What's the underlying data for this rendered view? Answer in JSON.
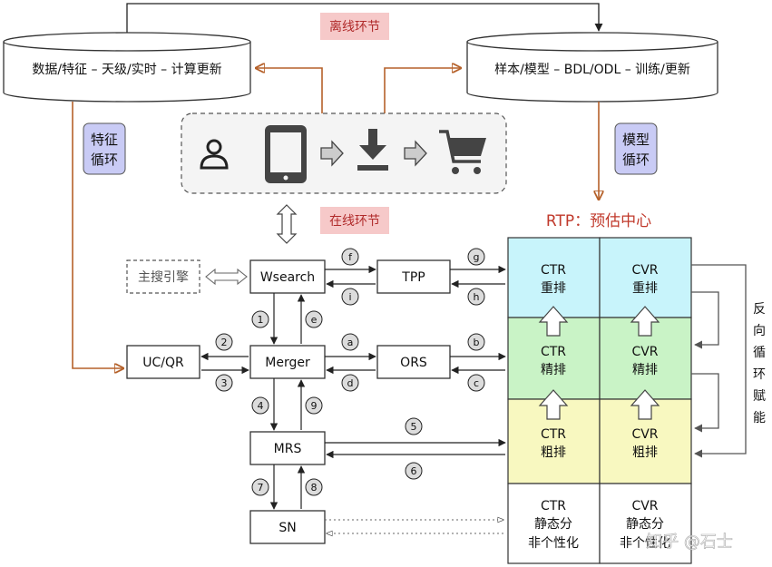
{
  "offline_tag": "离线环节",
  "online_tag": "在线环节",
  "db_left": "数据/特征 – 天级/实时 – 计算更新",
  "db_right": "样本/模型 – BDL/ODL – 训练/更新",
  "feature_loop": [
    "特征",
    "循环"
  ],
  "model_loop": [
    "模型",
    "循环"
  ],
  "rtp_title": "RTP：预估中心",
  "nodes": {
    "main_search": "主搜引擎",
    "wsearch": "Wsearch",
    "tpp": "TPP",
    "ucqr": "UC/QR",
    "merger": "Merger",
    "ors": "ORS",
    "mrs": "MRS",
    "sn": "SN"
  },
  "markers": {
    "f": "f",
    "g": "g",
    "i": "i",
    "h": "h",
    "1": "1",
    "e": "e",
    "2": "2",
    "3": "3",
    "a": "a",
    "b": "b",
    "d": "d",
    "c": "c",
    "4": "4",
    "9": "9",
    "5": "5",
    "6": "6",
    "7": "7",
    "8": "8"
  },
  "rtp": {
    "rerank": {
      "ctr": [
        "CTR",
        "重排"
      ],
      "cvr": [
        "CVR",
        "重排"
      ],
      "color": "#c8f4fb"
    },
    "fine": {
      "ctr": [
        "CTR",
        "精排"
      ],
      "cvr": [
        "CVR",
        "精排"
      ],
      "color": "#c9f3c6"
    },
    "coarse": {
      "ctr": [
        "CTR",
        "粗排"
      ],
      "cvr": [
        "CVR",
        "粗排"
      ],
      "color": "#f8f8c0"
    },
    "static": {
      "ctr": [
        "CTR",
        "静态分",
        "非个性化"
      ],
      "cvr": [
        "CVR",
        "静态分",
        "非个性化"
      ],
      "color": "#ffffff"
    }
  },
  "feedback_label": [
    "反",
    "向",
    "循",
    "环",
    "赋",
    "能"
  ],
  "watermark": "知乎 @石士",
  "colors": {
    "brown": "#b5612a",
    "red": "#c0392b",
    "loop_bg": "#c9cbf5"
  },
  "icons": [
    "user-icon",
    "tablet-icon",
    "arrow-right-icon",
    "download-icon",
    "arrow-right-icon",
    "cart-icon"
  ]
}
